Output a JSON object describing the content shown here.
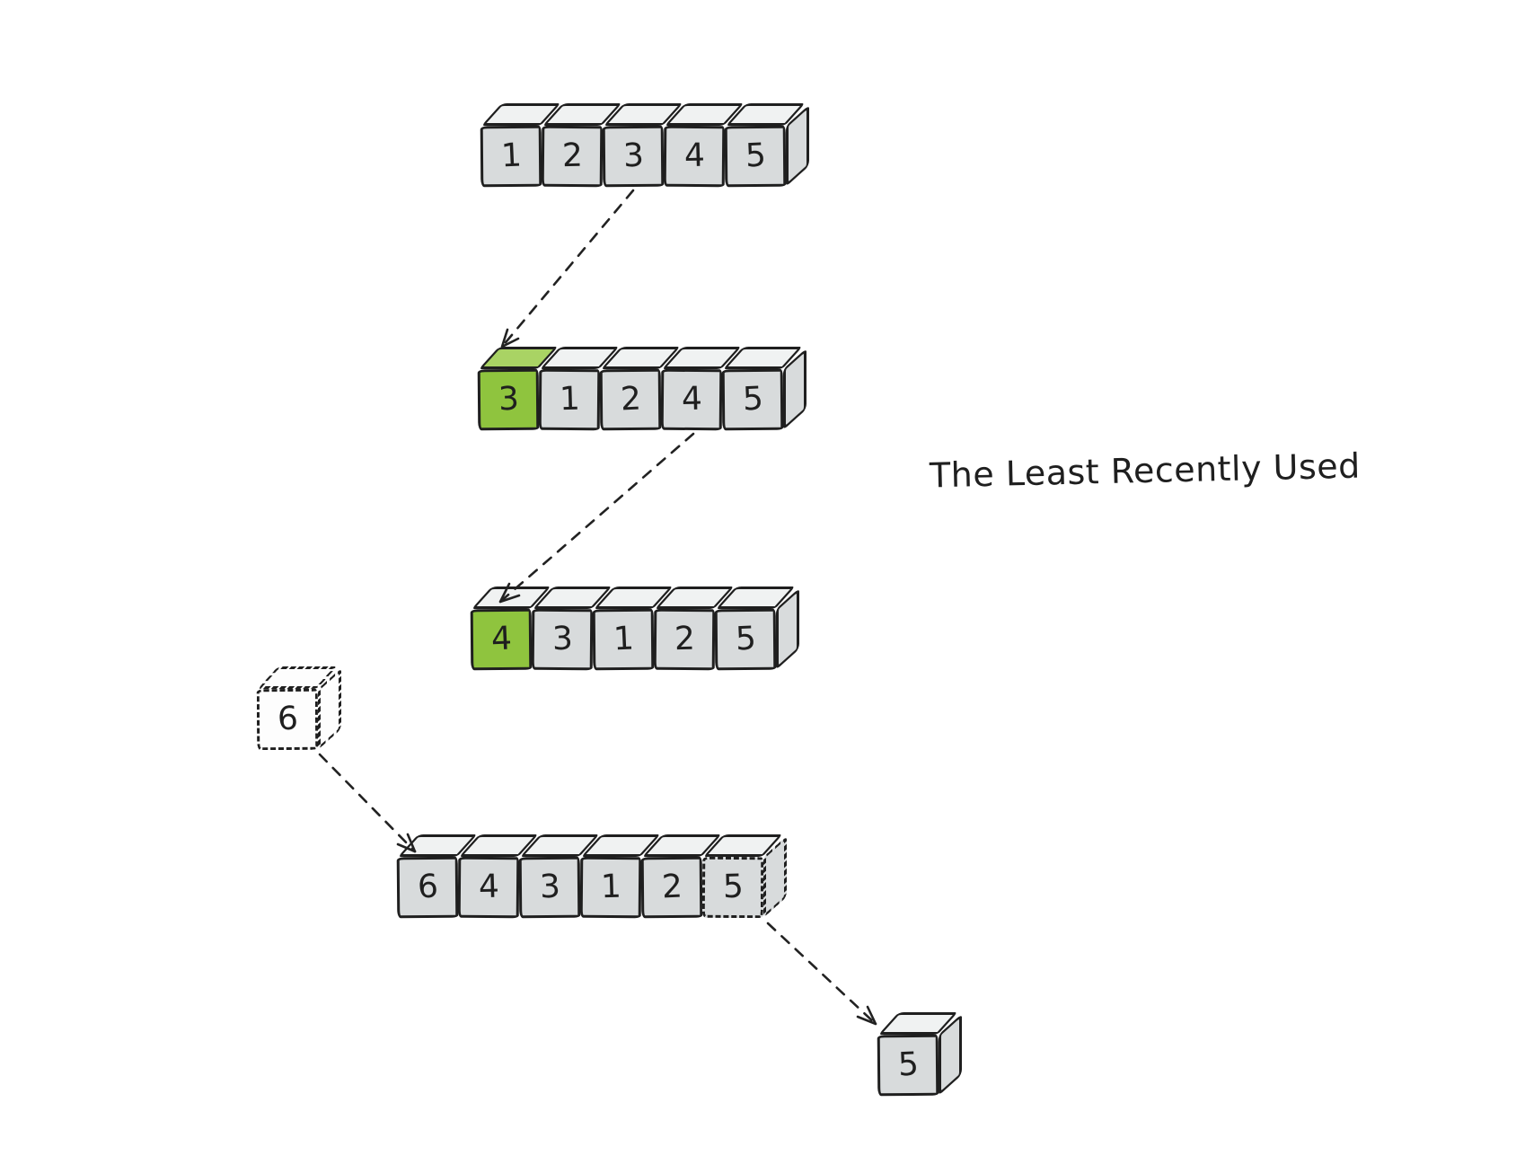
{
  "title": "The Least Recently Used",
  "colors": {
    "background": "#ffffff",
    "stroke": "#1f1f1f",
    "cube_front": "#d8dbdc",
    "cube_top": "#f0f2f2",
    "highlight_front": "#8fc43e",
    "highlight_top": "#a9d364"
  },
  "rows": [
    {
      "name": "initial-cache",
      "cells": [
        {
          "value": "1"
        },
        {
          "value": "2"
        },
        {
          "value": "3"
        },
        {
          "value": "4"
        },
        {
          "value": "5"
        }
      ]
    },
    {
      "name": "after-access-3",
      "cells": [
        {
          "value": "3",
          "highlight": true
        },
        {
          "value": "1"
        },
        {
          "value": "2"
        },
        {
          "value": "4"
        },
        {
          "value": "5"
        }
      ]
    },
    {
      "name": "after-access-4",
      "cells": [
        {
          "value": "4",
          "highlight": true
        },
        {
          "value": "3"
        },
        {
          "value": "1"
        },
        {
          "value": "2"
        },
        {
          "value": "5"
        }
      ]
    },
    {
      "name": "after-insert-6",
      "cells": [
        {
          "value": "6"
        },
        {
          "value": "4"
        },
        {
          "value": "3"
        },
        {
          "value": "1"
        },
        {
          "value": "2"
        },
        {
          "value": "5",
          "evicting": true
        }
      ]
    }
  ],
  "single_cubes": [
    {
      "name": "incoming-item",
      "value": "6"
    },
    {
      "name": "evicted-item",
      "value": "5"
    }
  ],
  "arrows": [
    {
      "name": "access-3-to-front"
    },
    {
      "name": "access-4-to-front"
    },
    {
      "name": "insert-6-at-front"
    },
    {
      "name": "evict-5-from-tail"
    }
  ]
}
